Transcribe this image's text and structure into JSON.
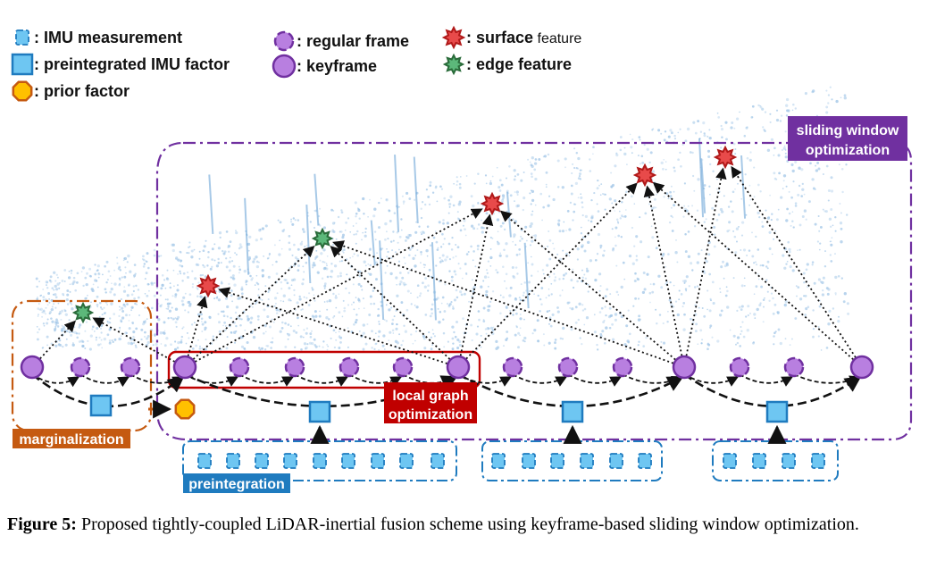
{
  "legend": {
    "imu_measurement": ": IMU measurement",
    "preintegrated_imu_factor": ": preintegrated IMU factor",
    "prior_factor": ": prior factor",
    "regular_frame": ": regular frame",
    "keyframe": ": keyframe",
    "surface_feature_bold": ": surface",
    "surface_feature_rest": " feature",
    "edge_feature": ": edge feature"
  },
  "labels": {
    "sliding_window_line1": "sliding window",
    "sliding_window_line2": "optimization",
    "local_graph_line1": "local graph",
    "local_graph_line2": "optimization",
    "marginalization": "marginalization",
    "preintegration": "preintegration"
  },
  "caption": {
    "figure_label": "Figure 5:",
    "text": "Proposed tightly-coupled LiDAR-inertial fusion scheme using keyframe-based sliding window optimization."
  },
  "colors": {
    "frame_fill": "#b87fe0",
    "frame_stroke": "#7030a0",
    "imu_fill": "#6ec6f2",
    "imu_stroke": "#1f7bbf",
    "prior_fill": "#ffc000",
    "prior_stroke": "#c55a11",
    "surface_fill": "#e84a4a",
    "surface_stroke": "#b01818",
    "edge_fill": "#5cb87a",
    "edge_stroke": "#2a6b3a",
    "sliding_window": "#7030a0",
    "local_graph": "#c00000",
    "marginalization": "#c55a11",
    "preintegration": "#1f7bbf",
    "point_cloud": "#9cc3e6"
  }
}
